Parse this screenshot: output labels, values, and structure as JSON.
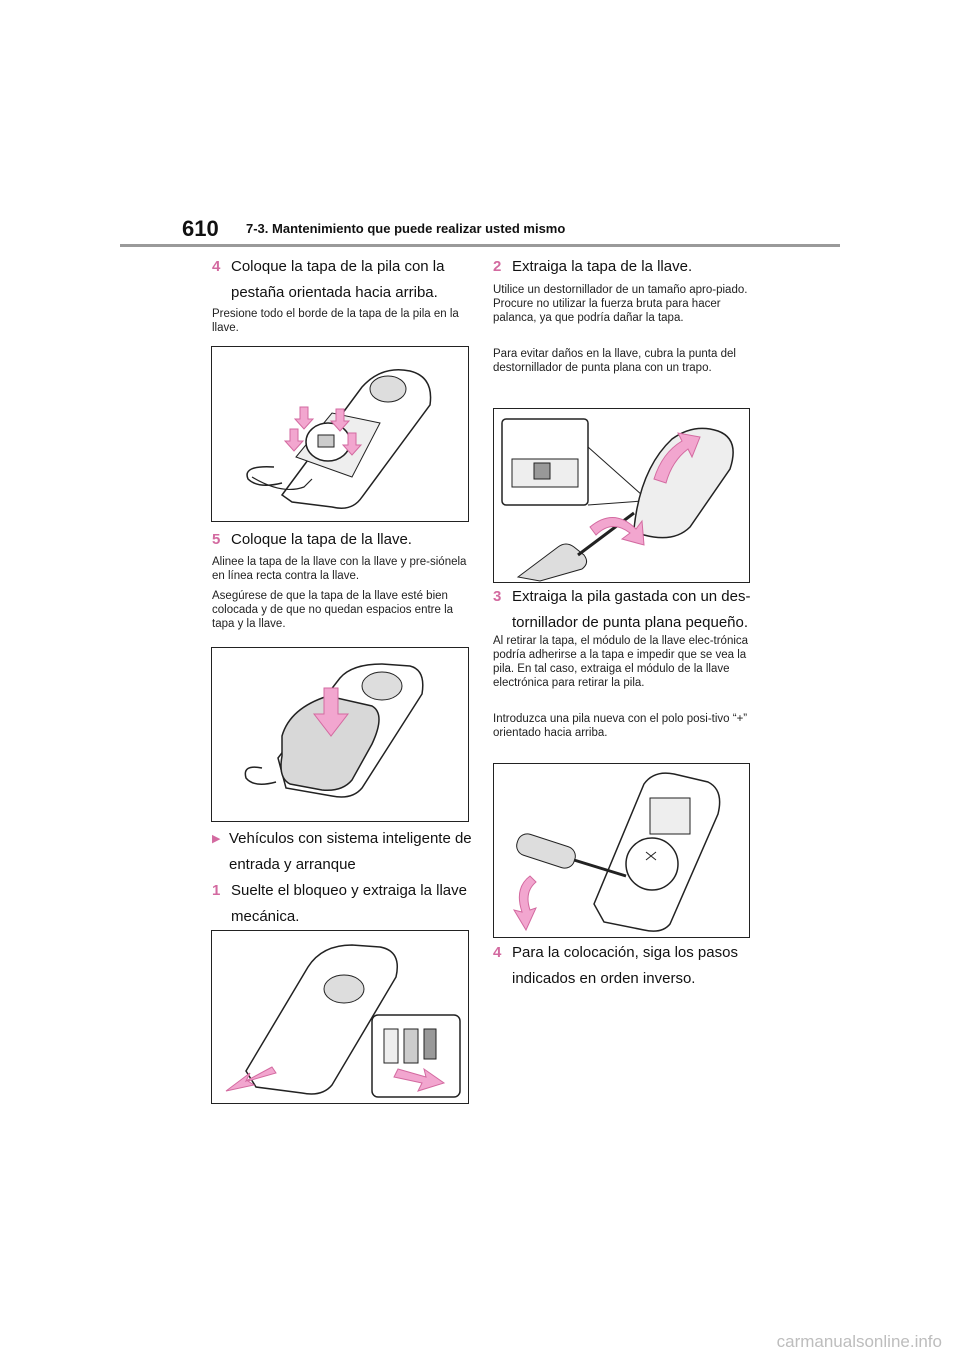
{
  "header": {
    "page_number": "610",
    "title": "7-3. Mantenimiento que puede realizar usted mismo"
  },
  "left": {
    "step4": {
      "num": "4",
      "text": "Coloque la tapa de la pila con la pestaña orientada hacia arriba."
    },
    "step4_note": "Presione todo el borde de la tapa de la pila en la llave.",
    "step5": {
      "num": "5",
      "text": "Coloque la tapa de la llave."
    },
    "step5_note1": "Alinee la tapa de la llave con la llave y pre-siónela en línea recta contra la llave.",
    "step5_note2": "Asegúrese de que la tapa de la llave esté bien colocada y de que no quedan espacios entre la tapa y la llave.",
    "bullet": "Vehículos con sistema inteligente de entrada y arranque",
    "step1": {
      "num": "1",
      "text": "Suelte el bloqueo y extraiga la llave mecánica."
    }
  },
  "right": {
    "step2": {
      "num": "2",
      "text": "Extraiga la tapa de la llave."
    },
    "step2_note1": "Utilice un destornillador de un tamaño apro-piado. Procure no utilizar la fuerza bruta para hacer palanca, ya que podría dañar la tapa.",
    "step2_note2": "Para evitar daños en la llave, cubra la punta del destornillador de punta plana con un trapo.",
    "step3": {
      "num": "3",
      "text": "Extraiga la pila gastada con un des-tornillador de punta plana pequeño."
    },
    "step3_note1": "Al retirar la tapa, el módulo de la llave elec-trónica podría adherirse a la tapa e impedir que se vea la pila. En tal caso, extraiga el módulo de la llave electrónica para retirar la pila.",
    "step3_note2": "Introduzca una pila nueva con el polo posi-tivo “+” orientado hacia arriba.",
    "step4": {
      "num": "4",
      "text": "Para la colocación, siga los pasos indicados en orden inverso."
    }
  },
  "footer": {
    "watermark": "carmanualsonline.info"
  },
  "colors": {
    "accent": "#d36aa0",
    "arrow_fill": "#f2a6cf",
    "rule": "#9a9a9a"
  },
  "icons": [
    "triangle-bullet-icon"
  ]
}
